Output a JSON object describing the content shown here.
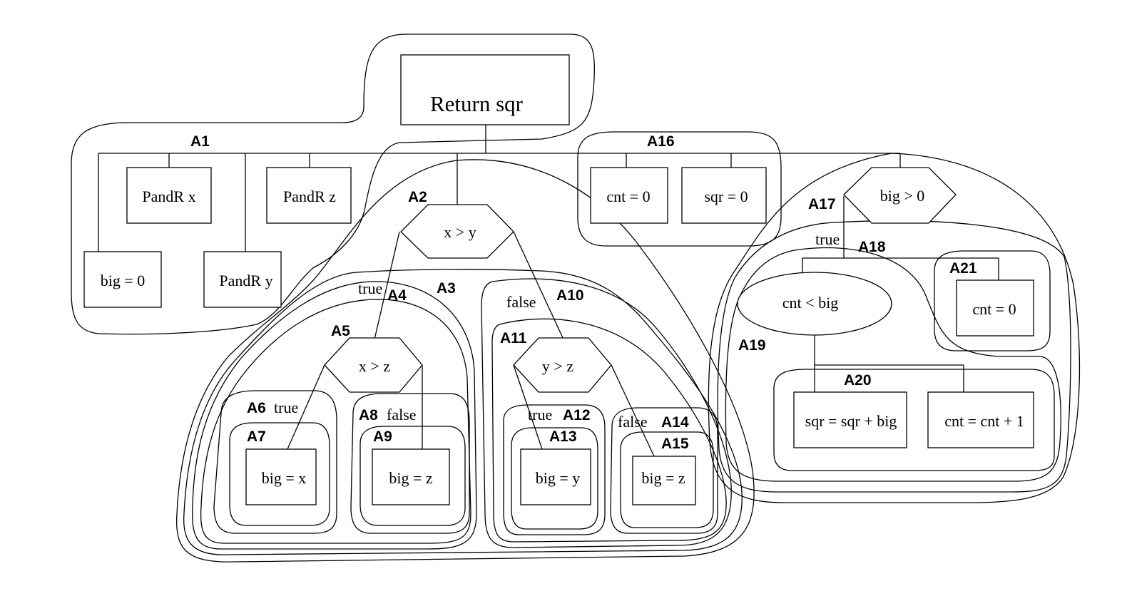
{
  "nodes": {
    "return_sqr": "Return sqr",
    "pandr_x": "PandR x",
    "pandr_z": "PandR z",
    "big_eq_0": "big = 0",
    "pandr_y": "PandR y",
    "x_gt_y": "x > y",
    "x_gt_z": "x > z",
    "y_gt_z": "y > z",
    "big_eq_x": "big = x",
    "big_eq_z_left": "big = z",
    "big_eq_y": "big = y",
    "big_eq_z_right": "big = z",
    "cnt_eq_0_top": "cnt = 0",
    "sqr_eq_0": "sqr = 0",
    "big_gt_0": "big > 0",
    "cnt_lt_big": "cnt < big",
    "cnt_eq_0_right": "cnt = 0",
    "sqr_update": "sqr = sqr + big",
    "cnt_update": "cnt = cnt + 1"
  },
  "edge_labels": {
    "x_gt_y_true": "true",
    "x_gt_y_false": "false",
    "x_gt_z_true": "true",
    "x_gt_z_false": "false",
    "y_gt_z_true": "true",
    "y_gt_z_false": "false",
    "big_gt_0_true": "true"
  },
  "regions": {
    "a1": "A1",
    "a2": "A2",
    "a3": "A3",
    "a4": "A4",
    "a5": "A5",
    "a6": "A6",
    "a7": "A7",
    "a8": "A8",
    "a9": "A9",
    "a10": "A10",
    "a11": "A11",
    "a12": "A12",
    "a13": "A13",
    "a14": "A14",
    "a15": "A15",
    "a16": "A16",
    "a17": "A17",
    "a18": "A18",
    "a19": "A19",
    "a20": "A20",
    "a21": "A21"
  }
}
